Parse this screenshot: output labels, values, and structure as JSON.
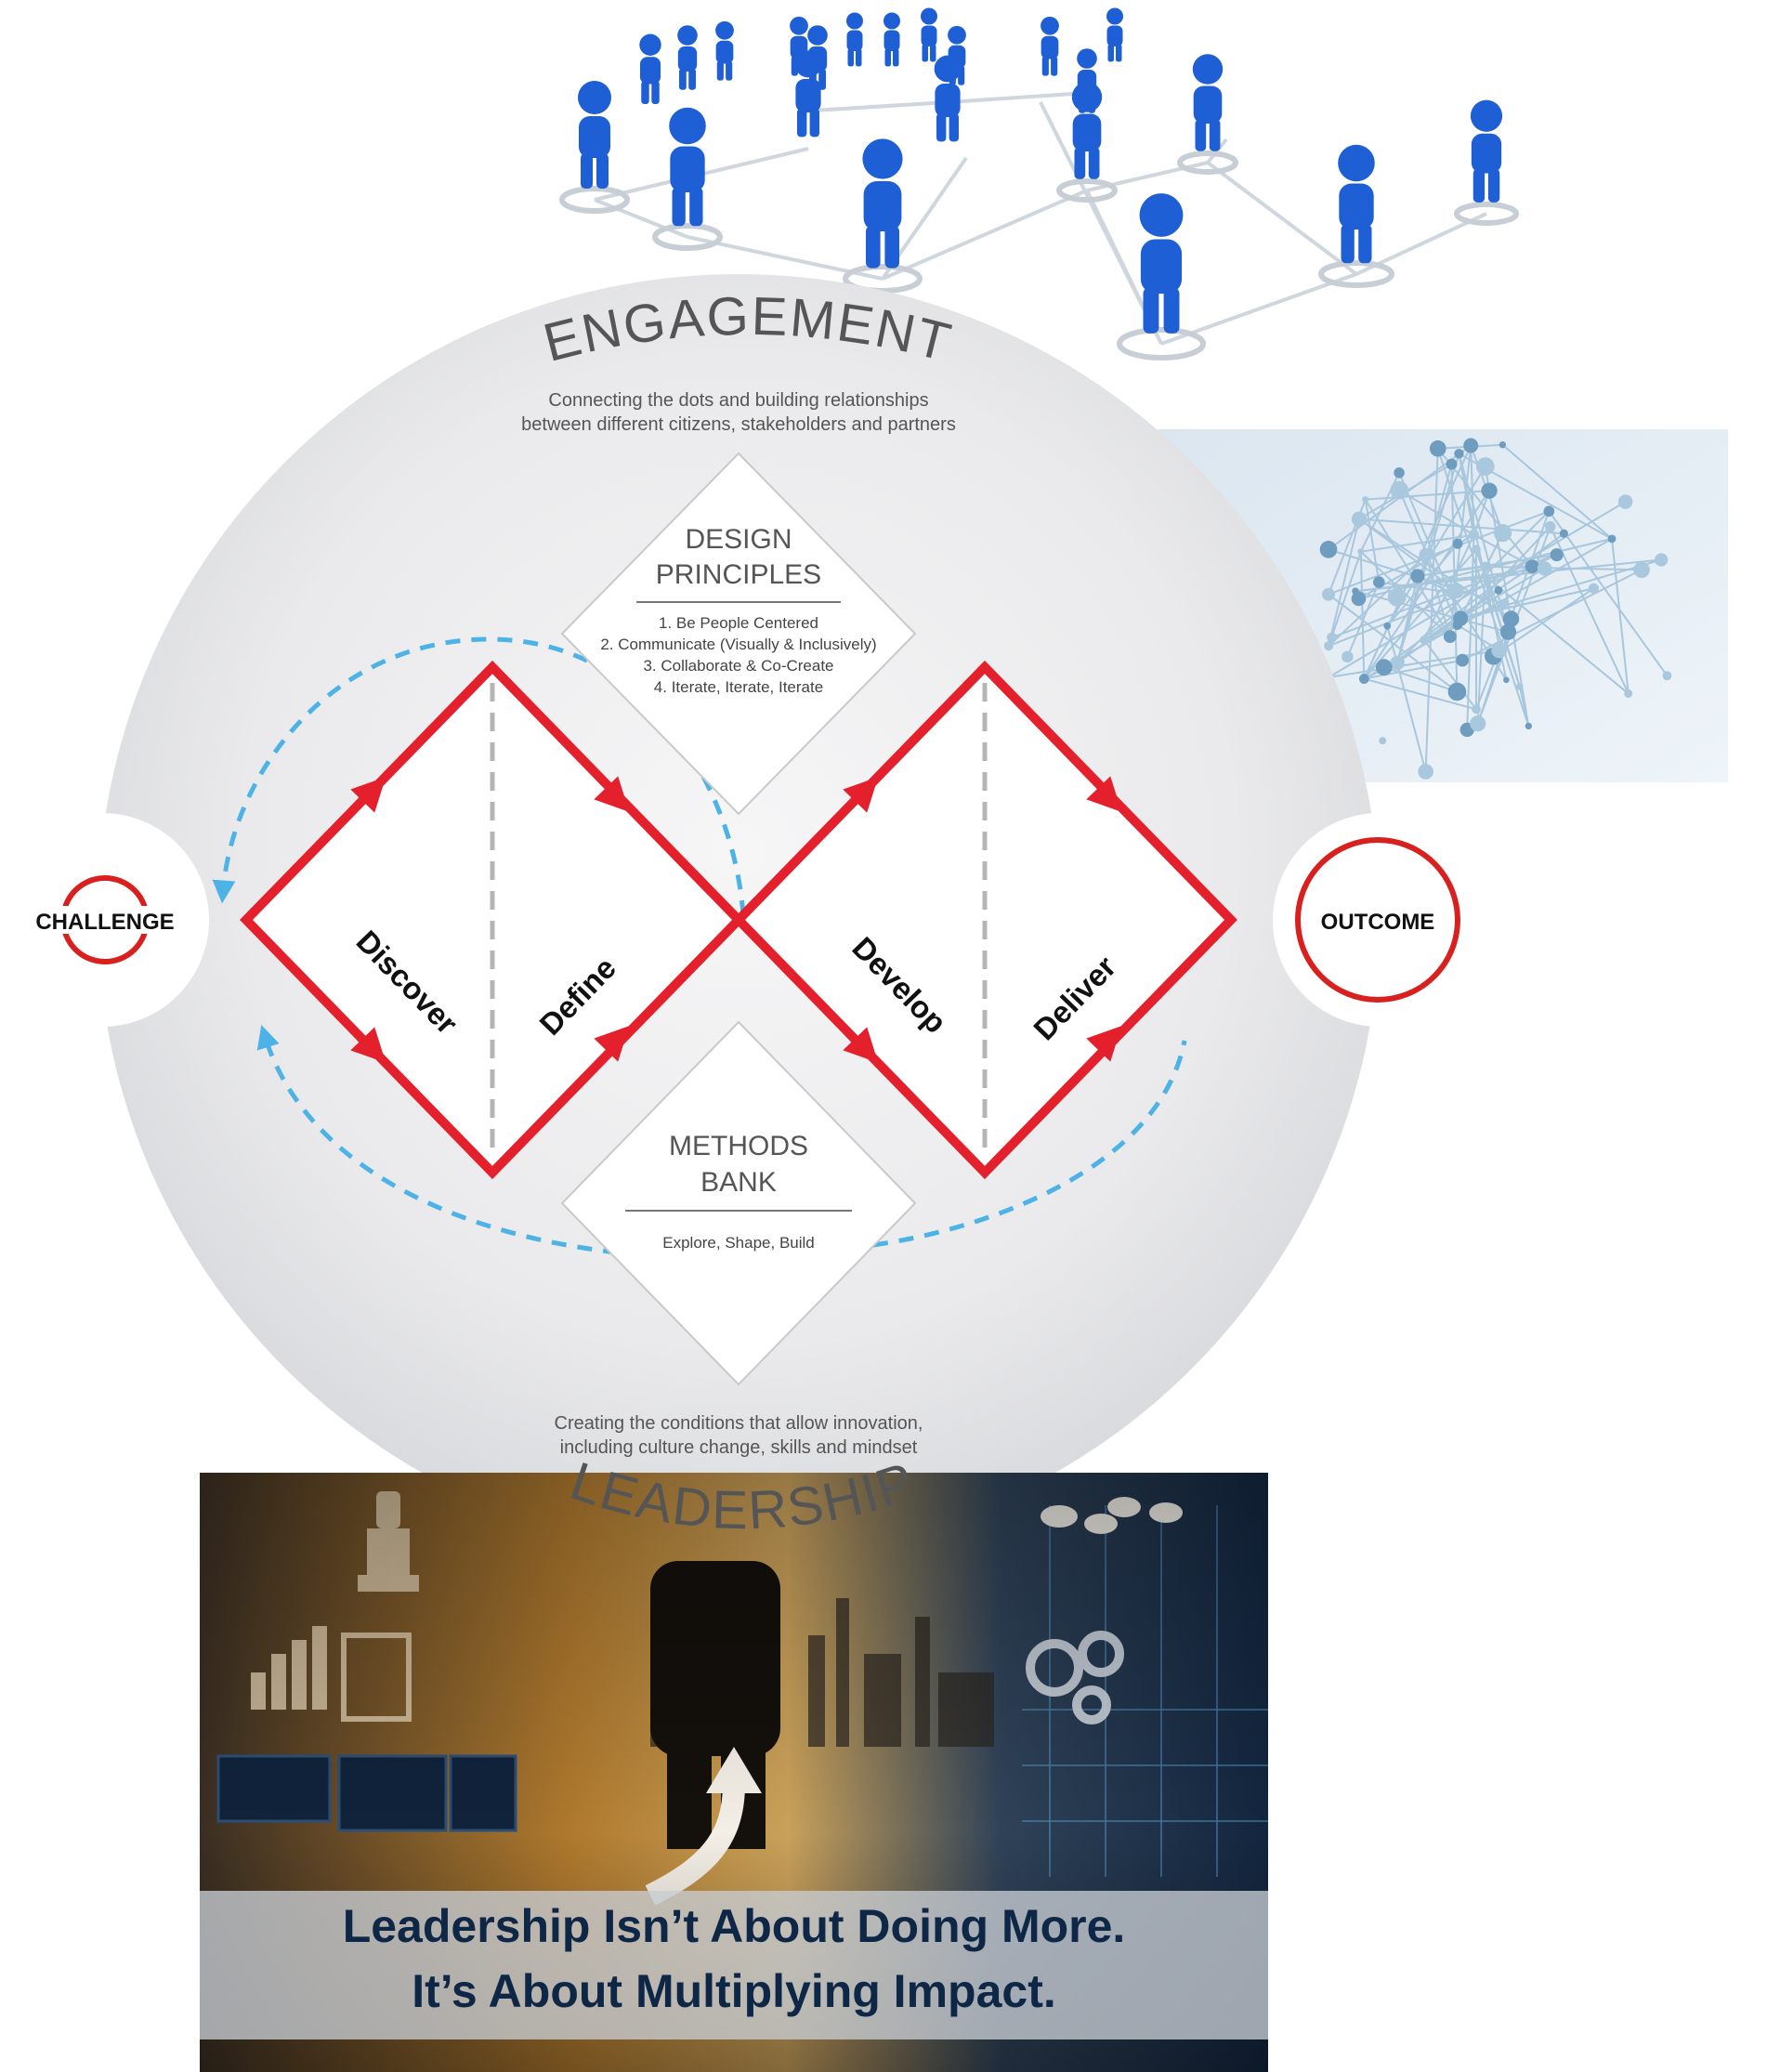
{
  "engagement": {
    "title": "ENGAGEMENT",
    "line1": "Connecting the dots and building relationships",
    "line2": "between different citizens, stakeholders and partners"
  },
  "design_principles": {
    "title1": "DESIGN",
    "title2": "PRINCIPLES",
    "items": [
      "1. Be People Centered",
      "2. Communicate (Visually & Inclusively)",
      "3. Collaborate & Co-Create",
      "4. Iterate, Iterate, Iterate"
    ]
  },
  "methods_bank": {
    "title1": "METHODS",
    "title2": "BANK",
    "subtitle": "Explore, Shape, Build"
  },
  "stages": {
    "discover": "Discover",
    "define": "Define",
    "develop": "Develop",
    "deliver": "Deliver"
  },
  "challenge": "CHALLENGE",
  "outcome": "OUTCOME",
  "leadership": {
    "title": "LEADERSHIP",
    "line1": "Creating the conditions that allow innovation,",
    "line2": "including culture change, skills and mindset"
  },
  "banner": {
    "line1": "Leadership Isn’t About Doing More.",
    "line2": "It’s About Multiplying Impact."
  },
  "colors": {
    "diamond_red": "#e3202b",
    "loop_blue": "#4db3e6",
    "circle_gray": "#e4e5e7",
    "people_blue": "#1f5fd6",
    "banner_text": "#0f2747"
  }
}
